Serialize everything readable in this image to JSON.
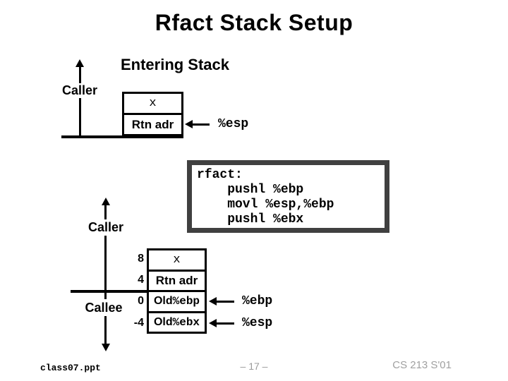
{
  "title": "Rfact Stack Setup",
  "subtitle": "Entering Stack",
  "colors": {
    "ink": "#000000",
    "code_border": "#404040",
    "muted": "#9b9b9b"
  },
  "upper": {
    "caller_label": "Caller",
    "cells": [
      {
        "label": "x"
      },
      {
        "label": "Rtn adr"
      }
    ],
    "esp_label": "%esp"
  },
  "code": {
    "lines": [
      "rfact:",
      "    pushl %ebp",
      "    movl %esp,%ebp",
      "    pushl %ebx"
    ]
  },
  "lower": {
    "caller_label": "Caller",
    "callee_label": "Callee",
    "rows": [
      {
        "offset": "8",
        "label": "x"
      },
      {
        "offset": "4",
        "label": "Rtn adr"
      },
      {
        "offset": "0",
        "prefix": "Old ",
        "reg": "%ebp"
      },
      {
        "offset": "-4",
        "prefix": "Old ",
        "reg": "%ebx"
      }
    ],
    "ebp_label": "%ebp",
    "esp_label": "%esp"
  },
  "footer": {
    "left": "class07.ppt",
    "center": "– 17 –",
    "right": "CS 213 S'01"
  }
}
